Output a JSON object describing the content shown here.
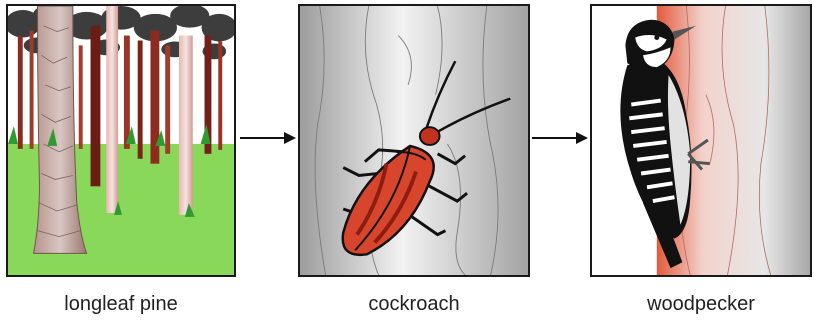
{
  "food_chain": {
    "organisms": [
      {
        "label": "longleaf pine"
      },
      {
        "label": "cockroach"
      },
      {
        "label": "woodpecker"
      }
    ],
    "arrow_color": "#111111"
  },
  "colors": {
    "grass": "#7ed24c",
    "bark_red": "#c8452f",
    "bark_gray": "#bdbdbd",
    "beetle_red": "#d23a25"
  }
}
